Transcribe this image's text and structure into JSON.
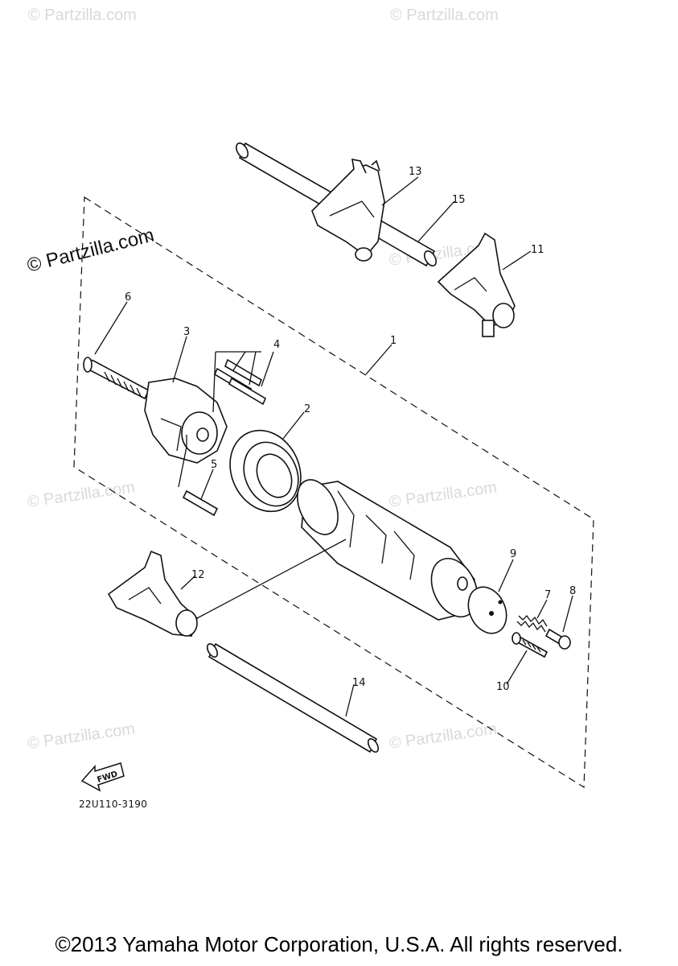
{
  "watermark": "© Partzilla.com",
  "diagram": {
    "code": "22U110-3190",
    "fwd_label": "FWD",
    "callouts": [
      "1",
      "2",
      "3",
      "4",
      "5",
      "6",
      "7",
      "8",
      "9",
      "10",
      "11",
      "12",
      "13",
      "14",
      "15"
    ]
  },
  "copyright": "©2013 Yamaha Motor Corporation, U.S.A. All rights reserved."
}
